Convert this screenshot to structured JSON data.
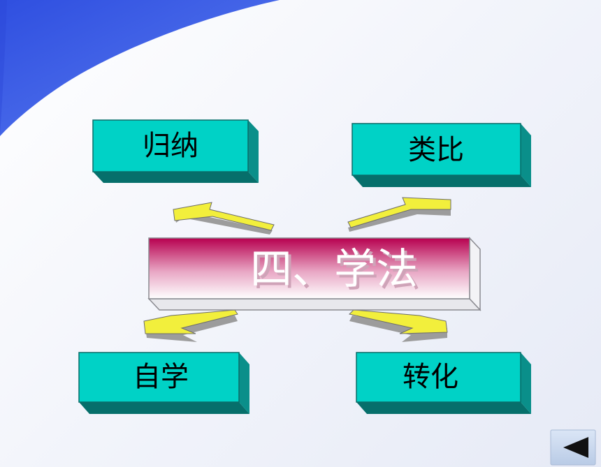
{
  "center_title": "四、学法",
  "boxes": {
    "top_left": "归纳",
    "top_right": "类比",
    "bottom_left": "自学",
    "bottom_right": "转化"
  },
  "colors": {
    "box_face": "#00d2c6",
    "box_side": "#0a8f8a",
    "box_dark": "#066f6b",
    "arrow_fill": "#f2ef3c",
    "arrow_side": "#9c9c9c",
    "center_top": "#c2005a",
    "center_bottom": "#ffffff",
    "corner_blue": "#3f63e6",
    "nav_button": "#c7d6ec"
  },
  "nav": {
    "back_icon": "triangle-left-icon"
  }
}
